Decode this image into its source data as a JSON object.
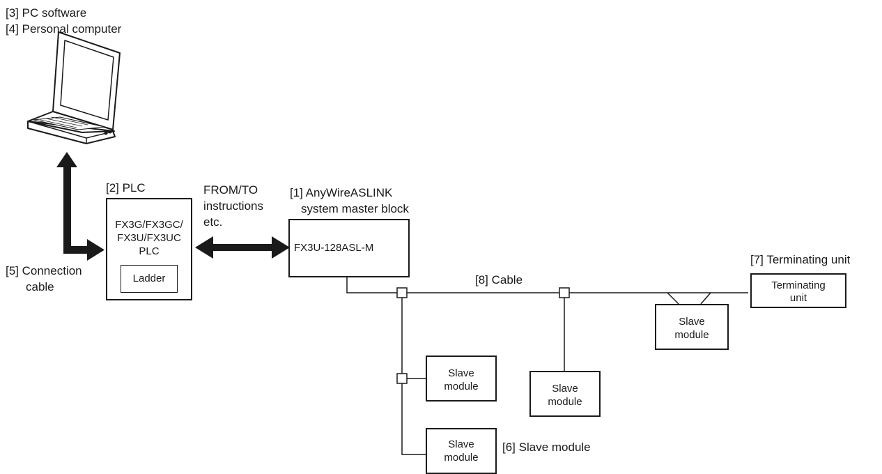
{
  "labels": {
    "pc_software": "[3] PC software",
    "personal_computer": "[4] Personal computer",
    "plc": "[2] PLC",
    "from_to": "FROM/TO",
    "instructions": "instructions",
    "etc": "etc.",
    "master_block_line1": "[1] AnyWireASLINK",
    "master_block_line2": "system master block",
    "connection_line1": "[5] Connection",
    "connection_line2": "cable",
    "cable": "[8] Cable",
    "terminating_unit_label": "[7] Terminating unit",
    "slave_module_label": "[6] Slave module"
  },
  "plc_box": {
    "line1": "FX3G/FX3GC/",
    "line2": "FX3U/FX3UC",
    "line3": "PLC",
    "ladder": "Ladder"
  },
  "master_box": {
    "model": "FX3U-128ASL-M"
  },
  "terminating_box": {
    "line1": "Terminating",
    "line2": "unit"
  },
  "slaves": [
    {
      "line1": "Slave",
      "line2": "module"
    },
    {
      "line1": "Slave",
      "line2": "module"
    },
    {
      "line1": "Slave",
      "line2": "module"
    },
    {
      "line1": "Slave",
      "line2": "module"
    }
  ]
}
